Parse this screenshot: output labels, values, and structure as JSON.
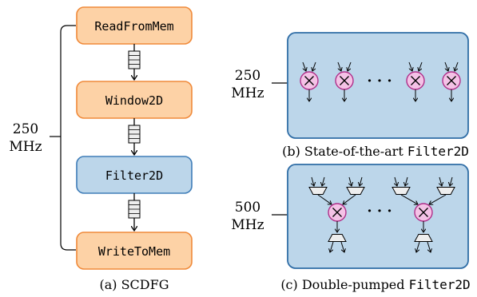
{
  "left": {
    "clock_value": "250",
    "clock_unit": "MHz",
    "nodes": [
      "ReadFromMem",
      "Window2D",
      "Filter2D",
      "WriteToMem"
    ],
    "caption": "(a) SCDFG"
  },
  "panel_b": {
    "clock_value": "250",
    "clock_unit": "MHz",
    "ellipsis": "· · ·",
    "caption_prefix": "(b) State-of-the-art ",
    "caption_code": "Filter2D"
  },
  "panel_c": {
    "clock_value": "500",
    "clock_unit": "MHz",
    "ellipsis": "· · ·",
    "caption_prefix": "(c) Double-pumped ",
    "caption_code": "Filter2D"
  },
  "colors": {
    "orange_fill": "#fdd2a6",
    "orange_stroke": "#f08a3a",
    "blue_fill": "#bcd6ea",
    "blue_stroke": "#3f7db8",
    "panel_fill": "#bcd6ea",
    "panel_stroke": "#2f6da6",
    "multiplier_fill": "#f4c2e6",
    "multiplier_stroke": "#b0308a",
    "mux_fill": "#eeeeee",
    "fifo_fill": "#eeeeee"
  },
  "icons": {
    "multiplier": "multiplier-circle-icon",
    "mux": "multiplexer-icon",
    "fifo": "fifo-buffer-icon"
  }
}
